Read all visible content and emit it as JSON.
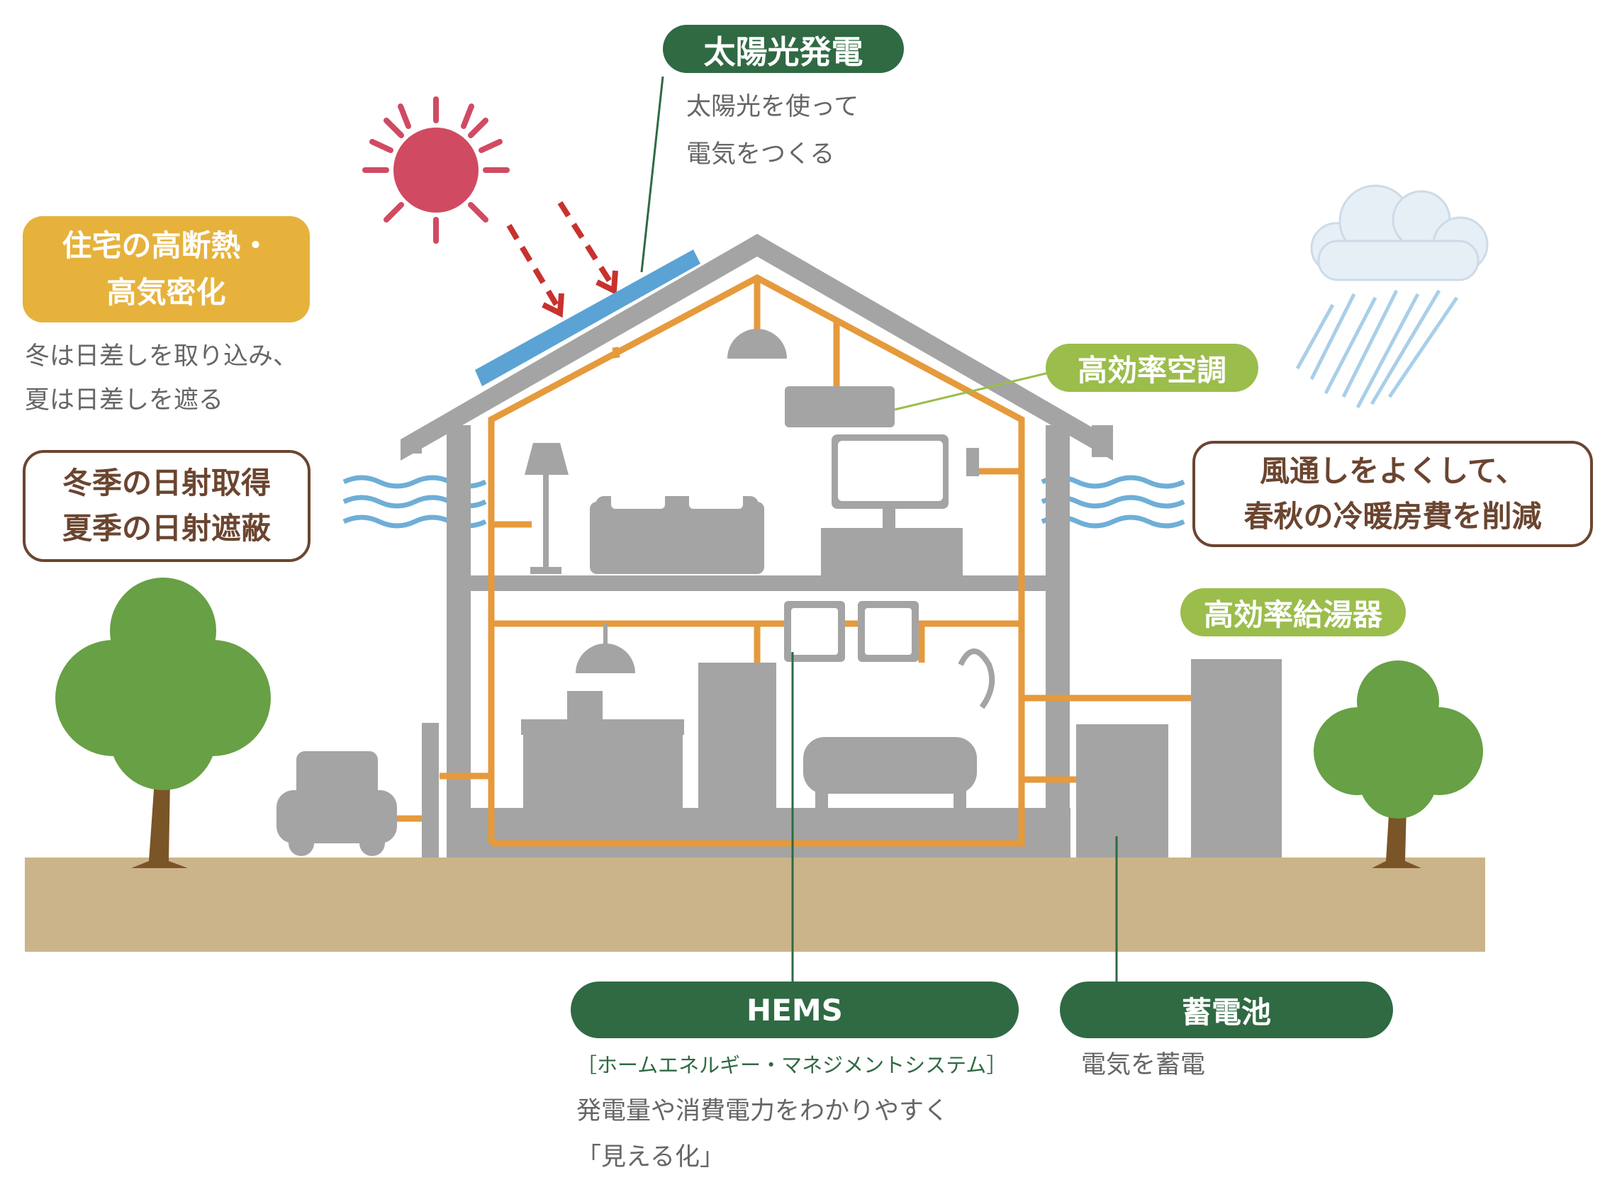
{
  "labels": {
    "solar": {
      "title": "太陽光発電",
      "desc1": "太陽光を使って",
      "desc2": "電気をつくる"
    },
    "insulation": {
      "title1": "住宅の高断熱・",
      "title2": "高気密化",
      "desc1": "冬は日差しを取り込み、",
      "desc2": "夏は日差しを遮る"
    },
    "sunlight": {
      "line1": "冬季の日射取得",
      "line2": "夏季の日射遮蔽"
    },
    "aircon": {
      "title": "高効率空調"
    },
    "ventilation": {
      "line1": "風通しをよくして、",
      "line2": "春秋の冷暖房費を削減"
    },
    "water_heater": {
      "title": "高効率給湯器"
    },
    "hems": {
      "title": "HEMS",
      "subtitle": "［ホームエネルギー・マネジメントシステム］",
      "desc1": "発電量や消費電力をわかりやすく",
      "desc2": "「見える化」"
    },
    "battery": {
      "title": "蓄電池",
      "desc": "電気を蓄電"
    }
  },
  "colors": {
    "structure_gray": "#a4a4a4",
    "wiring_orange": "#e59a3c",
    "ground": "#ccb48a",
    "tree_green": "#68a045",
    "trunk": "#7a5528",
    "sun": "#d04a62",
    "solar_panel": "#5ba3d4",
    "wind": "#6eaed8",
    "rain": "#a9cfe8",
    "label_dark_green": "#2f6a43",
    "label_light_green": "#9bbd4c",
    "label_yellow": "#e6b23c",
    "label_brown": "#6b4530"
  }
}
